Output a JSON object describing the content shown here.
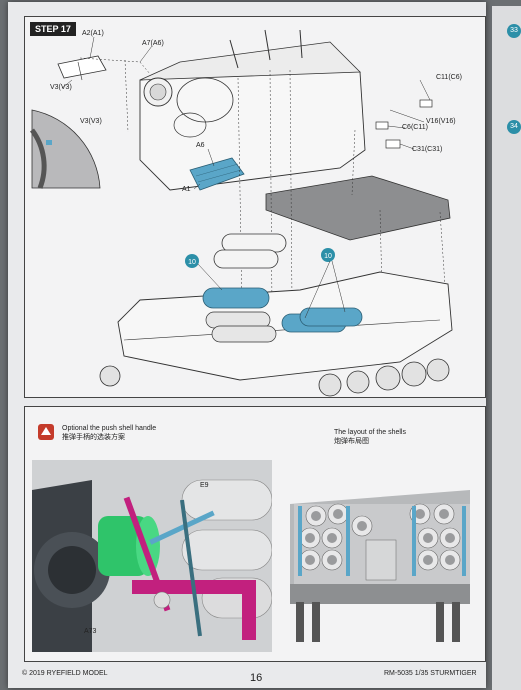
{
  "step": {
    "label": "STEP 17"
  },
  "parts": {
    "a2": "A2(A1)",
    "a7": "A7(A6)",
    "v3_top": "V3(V3)",
    "v3_detail": "V3(V3)",
    "a6": "A6",
    "a1": "A1",
    "c11": "C11(C6)",
    "v16": "V16(V16)",
    "c6": "C6(C11)",
    "c31": "C31(C31)",
    "callout_left": "10",
    "callout_right": "10"
  },
  "note": {
    "title_en": "Optional the push shell handle",
    "title_cn": "推弹手柄的选装方案",
    "e9": "E9",
    "a73": "A73"
  },
  "layout": {
    "title_en": "The layout of the shells",
    "title_cn": "炮弹布局图"
  },
  "footer": {
    "copyright": "© 2019 RYEFIELD MODEL",
    "page": "16",
    "product": "RM-5035 1/35 STURMTIGER"
  },
  "next_page": {
    "badge_top": "33",
    "badge_bottom": "34"
  },
  "colors": {
    "accent_blue": "#5aa6c8",
    "green": "#2fc46a",
    "magenta": "#c2207e",
    "step_bg": "#222222"
  }
}
